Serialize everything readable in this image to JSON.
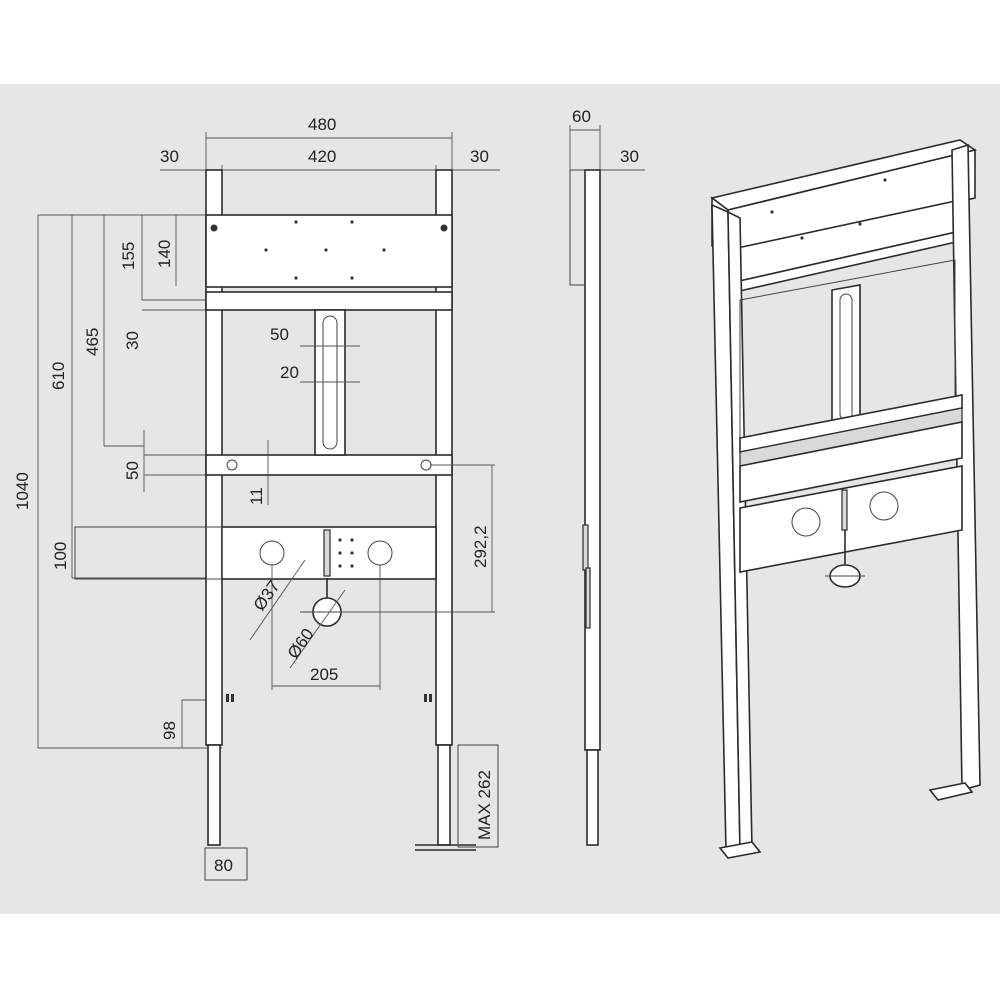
{
  "drawing": {
    "front_view": {
      "dims": {
        "overall_width": "480",
        "inner_width": "420",
        "left_offset": "30",
        "right_offset": "30",
        "total_height": "1040",
        "height_610": "610",
        "height_465": "465",
        "dim_155": "155",
        "dim_140": "140",
        "dim_30": "30",
        "slot_50": "50",
        "slot_20": "20",
        "dim_50": "50",
        "dim_11": "11",
        "dim_100": "100",
        "dim_292": "292,2",
        "dia_37": "Ø37",
        "dia_60": "Ø60",
        "dim_205": "205",
        "dim_98": "98",
        "foot_80": "80",
        "max_262": "MAX 262"
      }
    },
    "side_view": {
      "dims": {
        "depth_60": "60",
        "depth_30": "30"
      }
    }
  }
}
